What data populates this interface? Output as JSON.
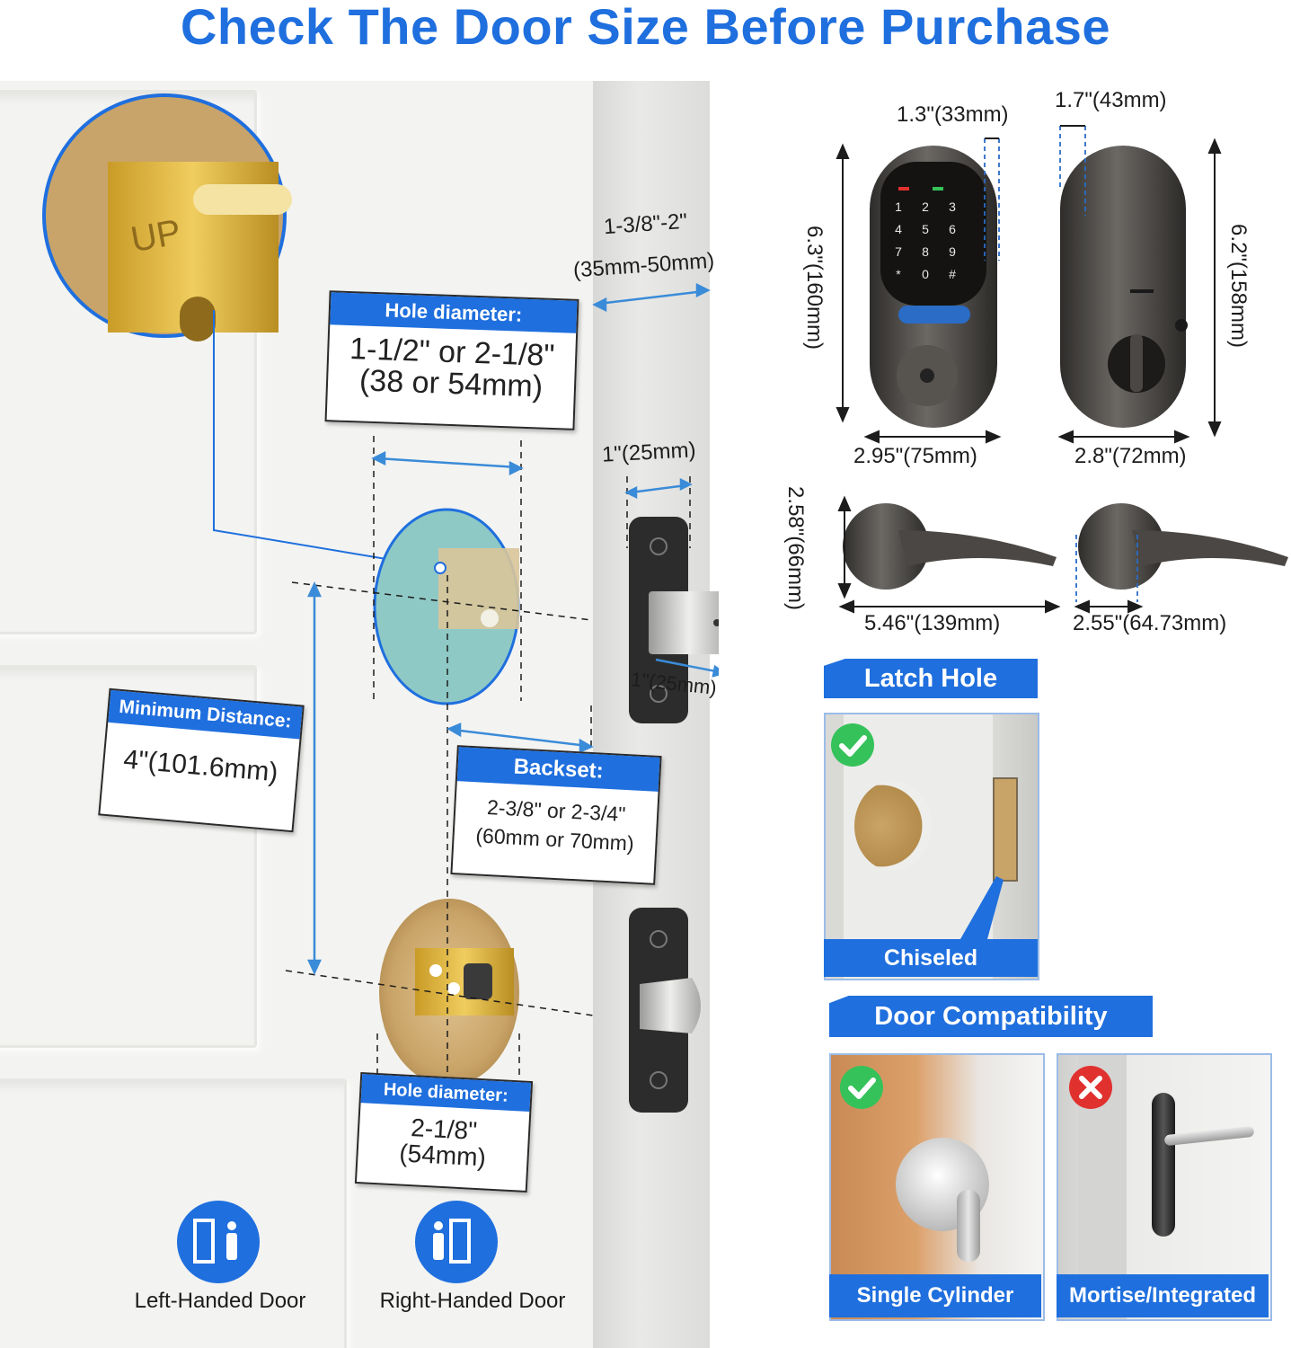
{
  "title": "Check The Door Size Before Purchase",
  "door_labels": {
    "hole_diameter_top": {
      "header": "Hole diameter:",
      "line1": "1-1/2\" or 2-1/8\"",
      "line2": "(38 or 54mm)"
    },
    "min_distance": {
      "header": "Minimum Distance:",
      "value": "4\"(101.6mm)"
    },
    "backset": {
      "header": "Backset:",
      "line1": "2-3/8\" or 2-3/4\"",
      "line2": "(60mm or 70mm)"
    },
    "hole_diameter_bottom": {
      "header": "Hole diameter:",
      "line1": "2-1/8\"",
      "line2": "(54mm)"
    },
    "door_thickness": {
      "line1": "1-3/8\"-2\"",
      "line2": "(35mm-50mm)"
    },
    "latch_width": "1\"(25mm)",
    "latch_depth": "1\"(25mm)",
    "stamp": "UP"
  },
  "handedness": [
    {
      "label": "Left-Handed Door",
      "icon": "left-door-person-icon"
    },
    {
      "label": "Right-Handed Door",
      "icon": "right-door-person-icon"
    }
  ],
  "product_dims": {
    "keypad_depth": "1.3\"(33mm)",
    "back_depth": "1.7\"(43mm)",
    "keypad_height": "6.3\"(160mm)",
    "back_height": "6.2\"(158mm)",
    "keypad_width": "2.95\"(75mm)",
    "back_width": "2.8\"(72mm)",
    "lever_height": "2.58\"(66mm)",
    "lever_length": "5.46\"(139mm)",
    "lever_depth": "2.55\"(64.73mm)",
    "keypad_keys": [
      "1",
      "2",
      "3",
      "4",
      "5",
      "6",
      "7",
      "8",
      "9",
      "*",
      "0",
      "#"
    ]
  },
  "latch_hole": {
    "title": "Latch Hole",
    "caption": "Chiseled",
    "status": "check-icon"
  },
  "door_compat": {
    "title": "Door Compatibility",
    "items": [
      {
        "caption": "Single Cylinder",
        "status": "check-icon"
      },
      {
        "caption": "Mortise/Integrated",
        "status": "cross-icon"
      }
    ]
  },
  "colors": {
    "accent": "#1f6fde",
    "check": "#35c25a",
    "cross": "#e0312f",
    "lock": "#3c3a38"
  }
}
